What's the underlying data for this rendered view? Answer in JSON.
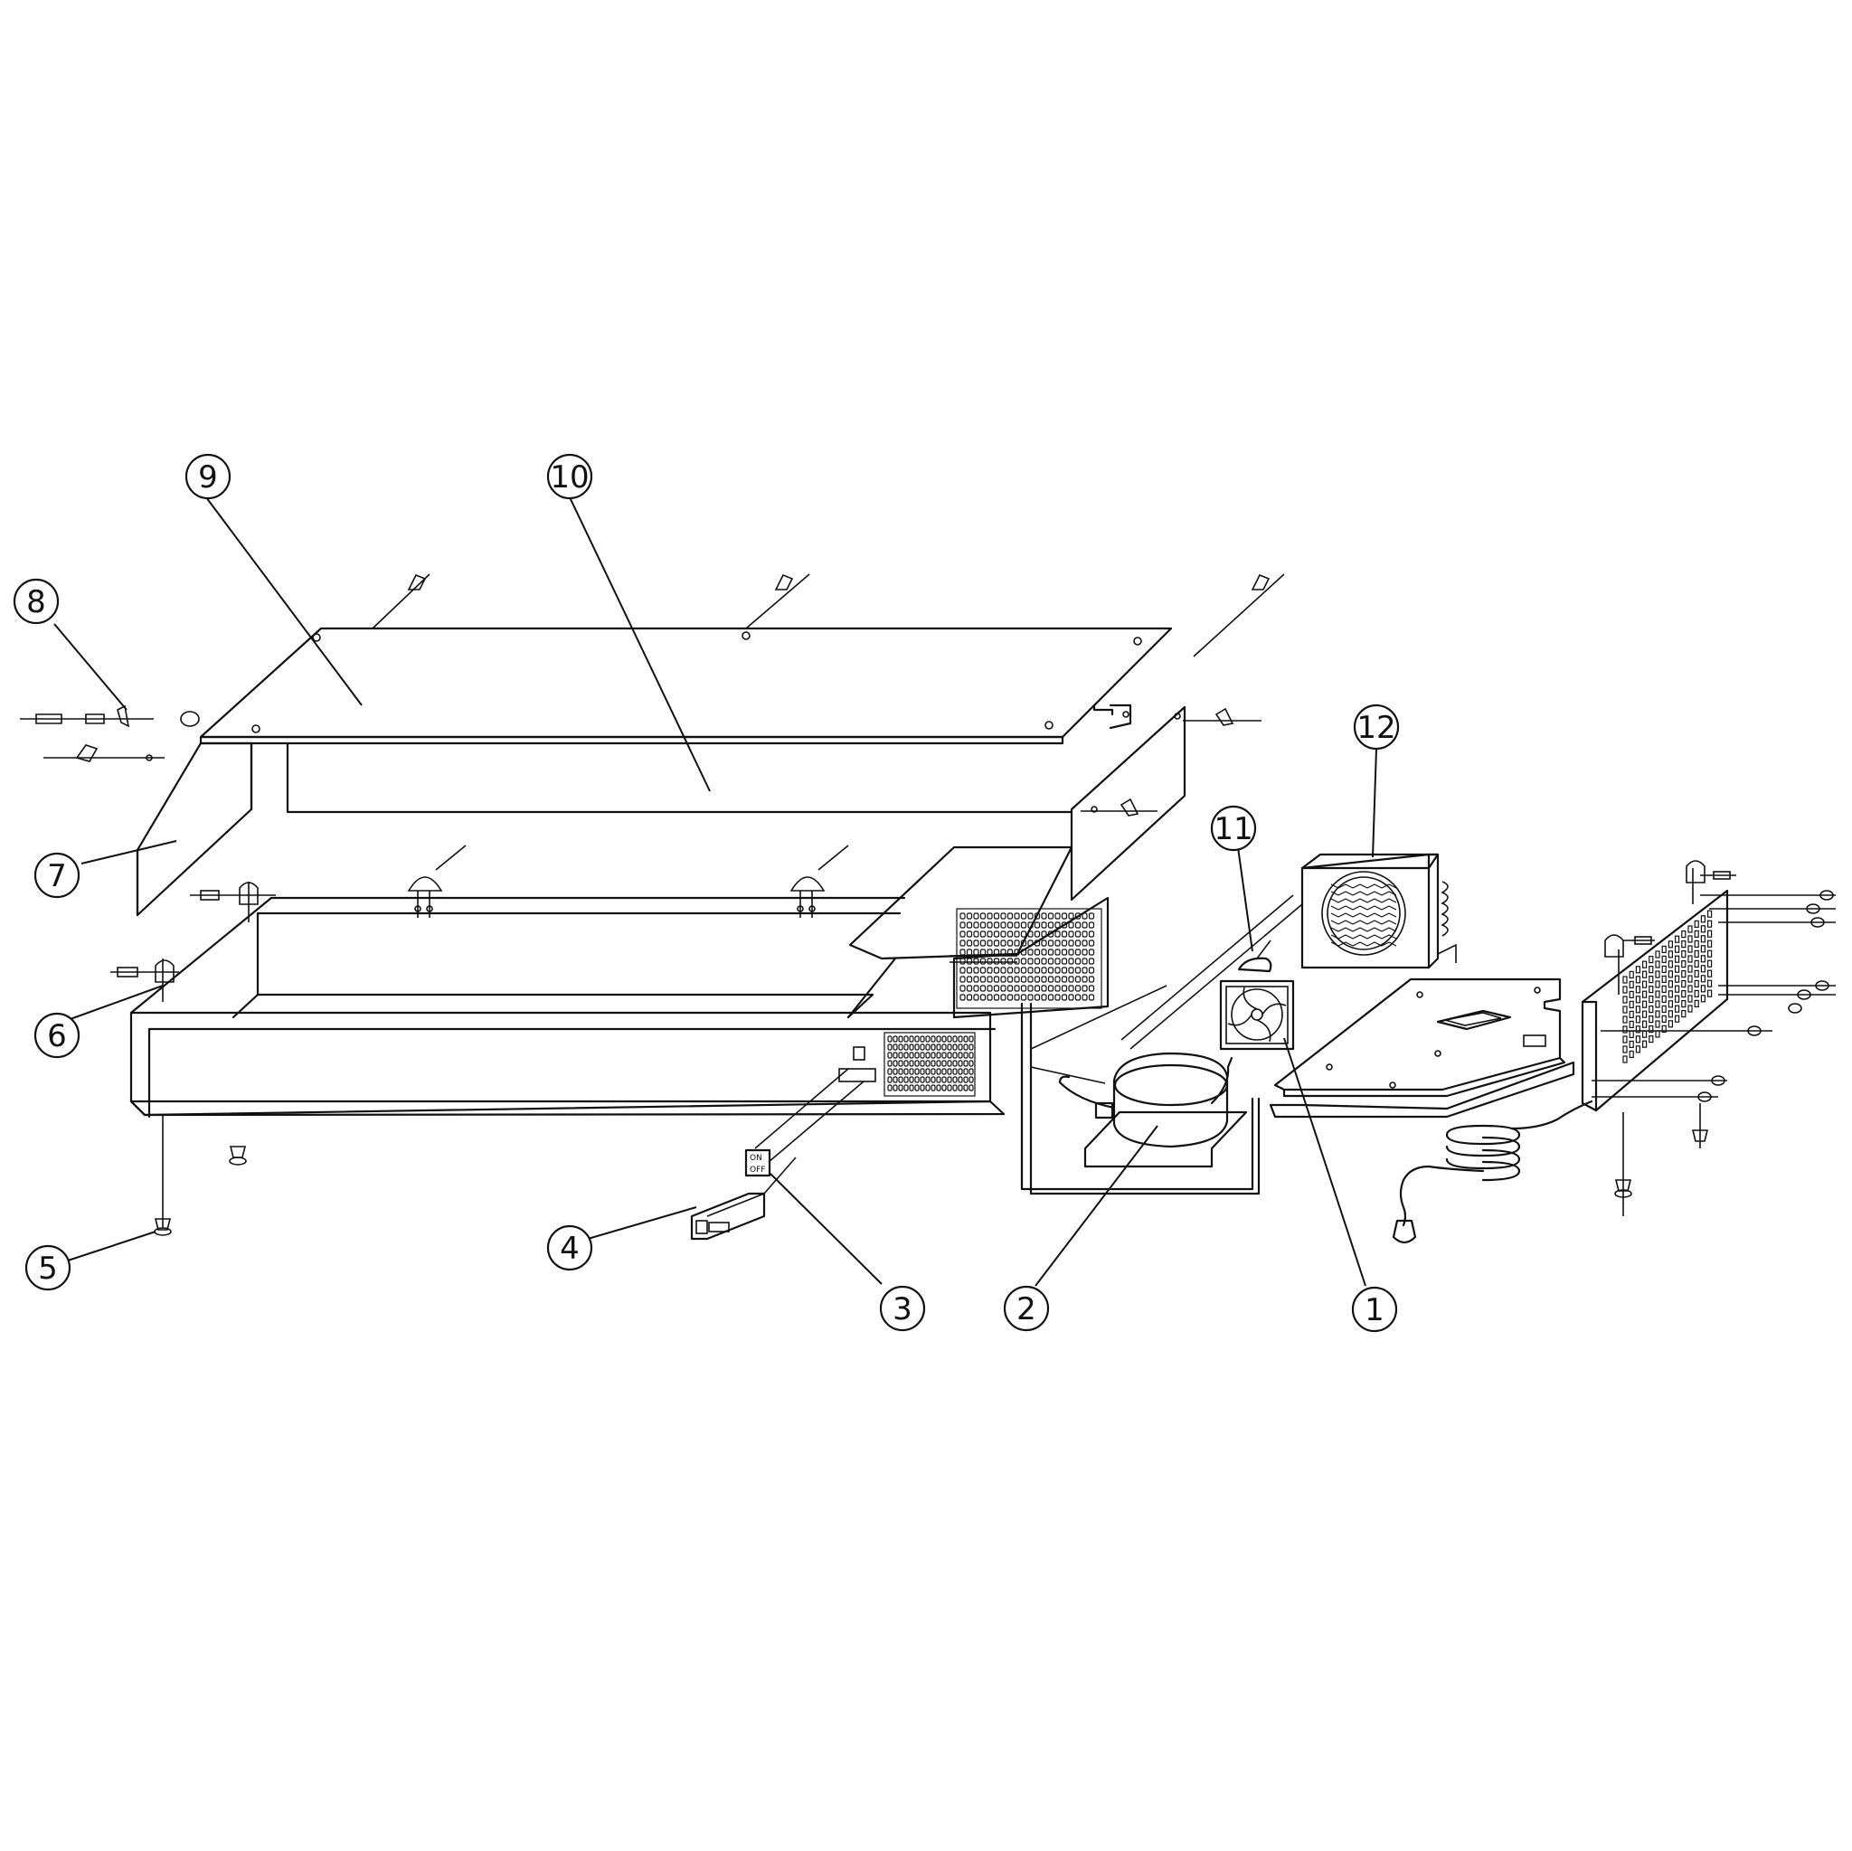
{
  "diagram": {
    "callouts": [
      {
        "id": "callout-1",
        "label": "1"
      },
      {
        "id": "callout-2",
        "label": "2"
      },
      {
        "id": "callout-3",
        "label": "3"
      },
      {
        "id": "callout-4",
        "label": "4"
      },
      {
        "id": "callout-5",
        "label": "5"
      },
      {
        "id": "callout-6",
        "label": "6"
      },
      {
        "id": "callout-7",
        "label": "7"
      },
      {
        "id": "callout-8",
        "label": "8"
      },
      {
        "id": "callout-9",
        "label": "9"
      },
      {
        "id": "callout-10",
        "label": "10"
      },
      {
        "id": "callout-11",
        "label": "11"
      },
      {
        "id": "callout-12",
        "label": "12"
      }
    ],
    "switch_labels": {
      "on": "ON",
      "off": "OFF"
    }
  }
}
